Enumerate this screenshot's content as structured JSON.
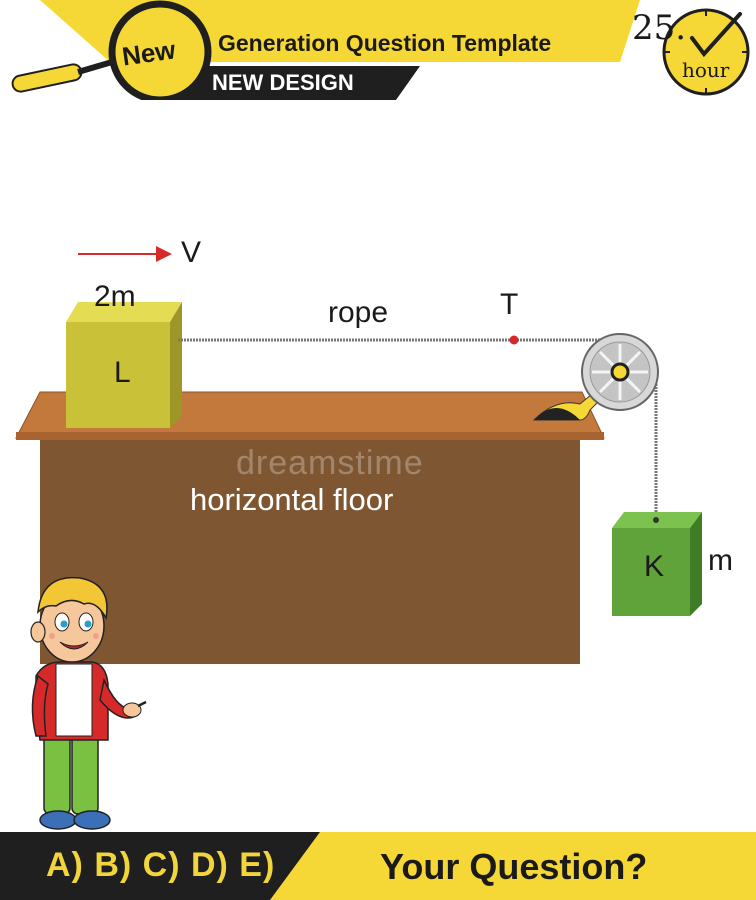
{
  "header": {
    "badge": "New",
    "title": "Generation Question Template",
    "subtitle": "NEW DESIGN",
    "clock_number": "25.",
    "clock_unit": "hour"
  },
  "diagram": {
    "velocity_label": "V",
    "block_L_mass": "2m",
    "block_L_label": "L",
    "rope_label": "rope",
    "tension_label": "T",
    "block_K_label": "K",
    "block_K_mass": "m",
    "floor_label": "horizontal floor",
    "watermark": "dreamstime"
  },
  "footer": {
    "answers": "A) B) C) D) E)",
    "question": "Your Question?"
  },
  "colors": {
    "accent_yellow": "#f5d835",
    "dark": "#1f1f1f",
    "table_top": "#c4793c",
    "table_body": "#7e5732",
    "block_L": "#c9c238",
    "block_K": "#5fa33a",
    "velocity_arrow": "#d62a2a"
  }
}
